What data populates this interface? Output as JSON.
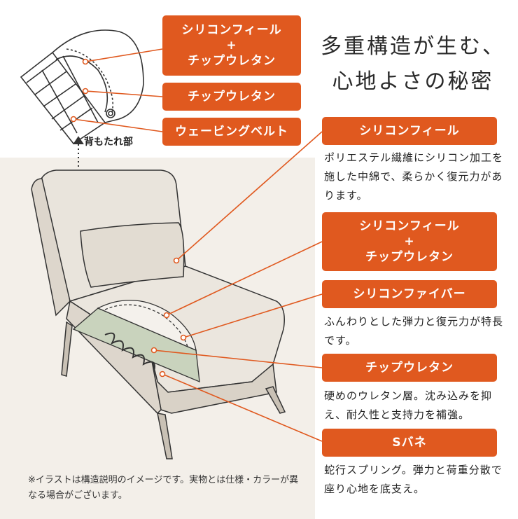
{
  "title": {
    "line1": "多重構造が生む、",
    "line2": "心地よさの秘密"
  },
  "backrest": {
    "label": "背もたれ部",
    "box1": {
      "line1": "シリコンフィール",
      "plus": "+",
      "line2": "チップウレタン"
    },
    "box2": "チップウレタン",
    "box3": "ウェービングベルト"
  },
  "layers": [
    {
      "heading": "シリコンフィール",
      "description": "ポリエステル繊維にシリコン加工を施した中綿で、柔らかく復元力があります。"
    },
    {
      "heading_line1": "シリコンフィール",
      "heading_plus": "+",
      "heading_line2": "チップウレタン"
    },
    {
      "heading": "シリコンファイバー",
      "description": "ふんわりとした弾力と復元力が特長です。"
    },
    {
      "heading": "チップウレタン",
      "description": "硬めのウレタン層。沈み込みを抑え、耐久性と支持力を補強。"
    },
    {
      "heading": "Sバネ",
      "description": "蛇行スプリング。弾力と荷重分散で座り心地を底支え。"
    }
  ],
  "note": "※イラストは構造説明のイメージです。実物とは仕様・カラーが異なる場合がございます。",
  "colors": {
    "accent": "#e0591f",
    "panel": "#f3efe9"
  }
}
